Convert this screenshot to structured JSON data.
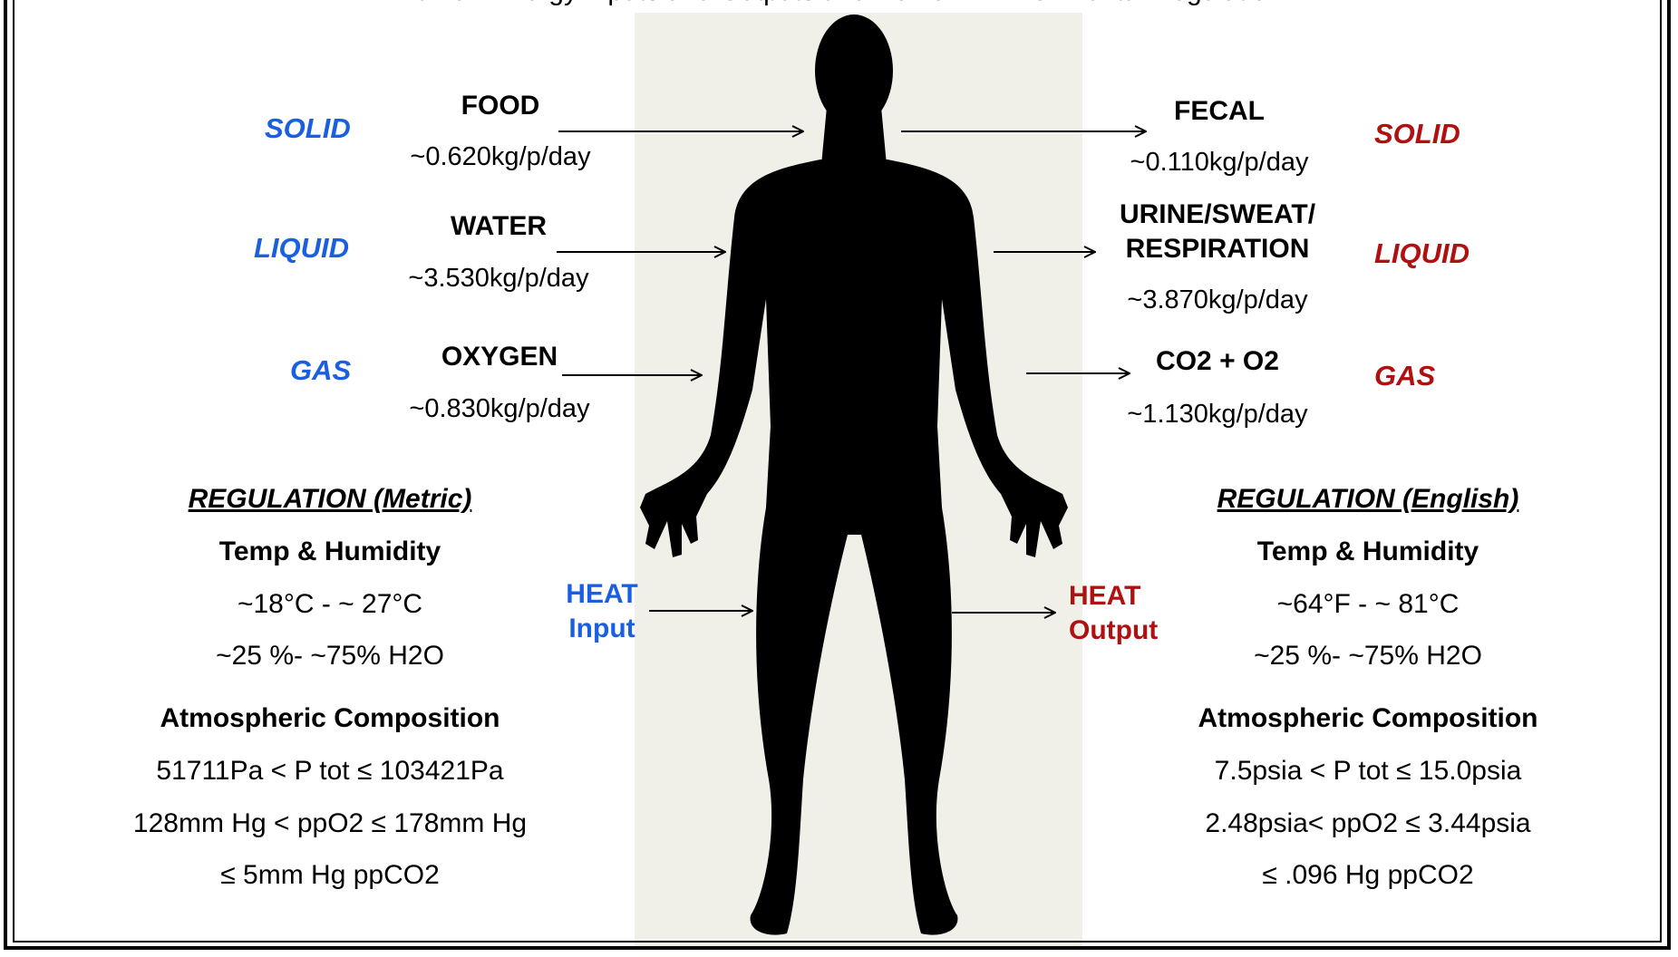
{
  "title": "Human Energy Inputs and Outputs and Human Environmental Regulation",
  "inputs": {
    "solid": {
      "state": "SOLID",
      "name": "FOOD",
      "rate": "~0.620kg/p/day"
    },
    "liquid": {
      "state": "LIQUID",
      "name": "WATER",
      "rate": "~3.530kg/p/day"
    },
    "gas": {
      "state": "GAS",
      "name": "OXYGEN",
      "rate": "~0.830kg/p/day"
    },
    "heat": {
      "line1": "HEAT",
      "line2": "Input"
    }
  },
  "outputs": {
    "solid": {
      "state": "SOLID",
      "name": "FECAL",
      "rate": "~0.110kg/p/day"
    },
    "liquid": {
      "state": "LIQUID",
      "name_line1": "URINE/SWEAT/",
      "name_line2": "RESPIRATION",
      "rate": "~3.870kg/p/day"
    },
    "gas": {
      "state": "GAS",
      "name": "CO2 + O2",
      "rate": "~1.130kg/p/day"
    },
    "heat": {
      "line1": "HEAT",
      "line2": "Output"
    }
  },
  "regulation_metric": {
    "title": "REGULATION (Metric)",
    "temp_heading": "Temp & Humidity",
    "temp_range": "~18°C - ~ 27°C",
    "humidity_range": "~25 %- ~75% H2O",
    "atm_heading": "Atmospheric Composition",
    "pressure": "51711Pa < P tot ≤ 103421Pa",
    "ppo2": "128mm Hg < ppO2 ≤ 178mm Hg",
    "ppco2": "≤ 5mm Hg ppCO2"
  },
  "regulation_english": {
    "title": "REGULATION (English)",
    "temp_heading": "Temp & Humidity",
    "temp_range": "~64°F - ~ 81°C",
    "humidity_range": "~25 %- ~75% H2O",
    "atm_heading": "Atmospheric Composition",
    "pressure": "7.5psia < P tot ≤ 15.0psia",
    "ppo2": "2.48psia< ppO2 ≤ 3.44psia",
    "ppco2": "≤ .096 Hg ppCO2"
  },
  "colors": {
    "input": "#1a5fe0",
    "output": "#b01010",
    "band": "#f0f0e8"
  }
}
